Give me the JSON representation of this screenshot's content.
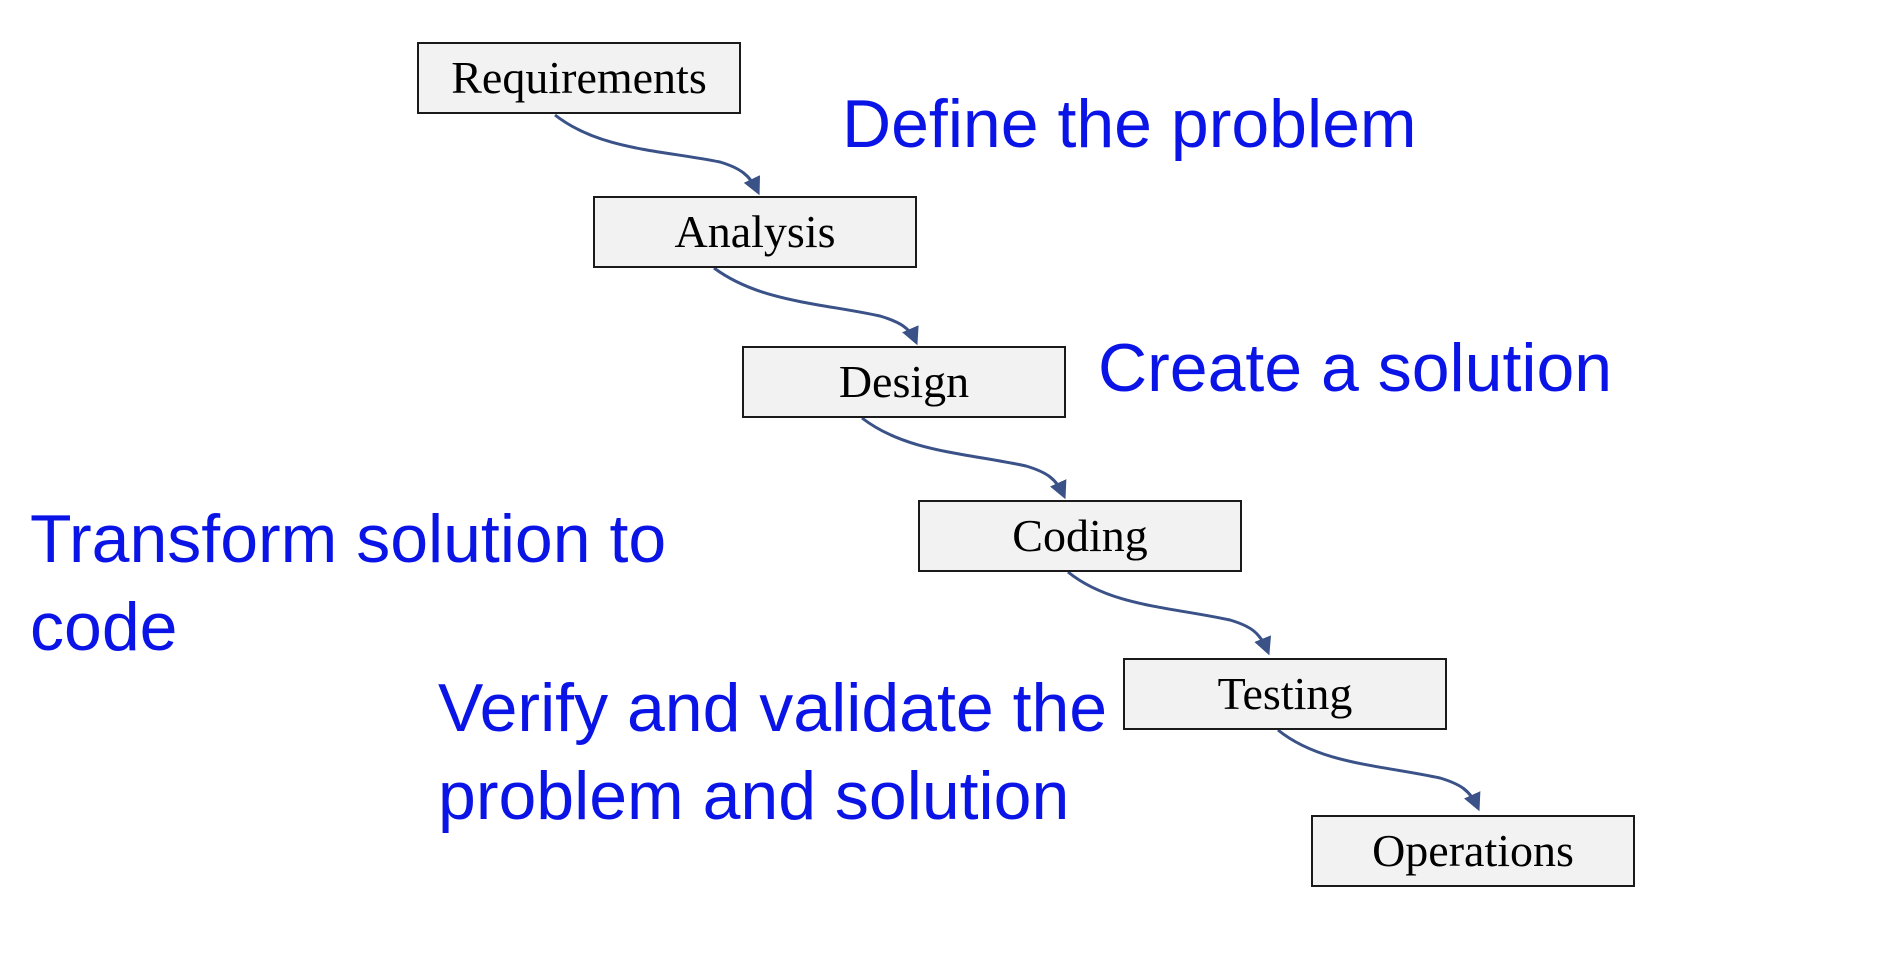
{
  "stages": [
    {
      "label": "Requirements"
    },
    {
      "label": "Analysis"
    },
    {
      "label": "Design"
    },
    {
      "label": "Coding"
    },
    {
      "label": "Testing"
    },
    {
      "label": "Operations"
    }
  ],
  "annotations": {
    "define": "Define the problem",
    "create": "Create a solution",
    "transform_line1": "Transform solution to",
    "transform_line2": "code",
    "verify_line1": "Verify and validate the",
    "verify_line2": "problem and solution"
  },
  "colors": {
    "annotation_text": "#0a14e6",
    "arrow": "#3a5288",
    "box_fill": "#f2f2f2",
    "box_border": "#1a1a1a"
  }
}
